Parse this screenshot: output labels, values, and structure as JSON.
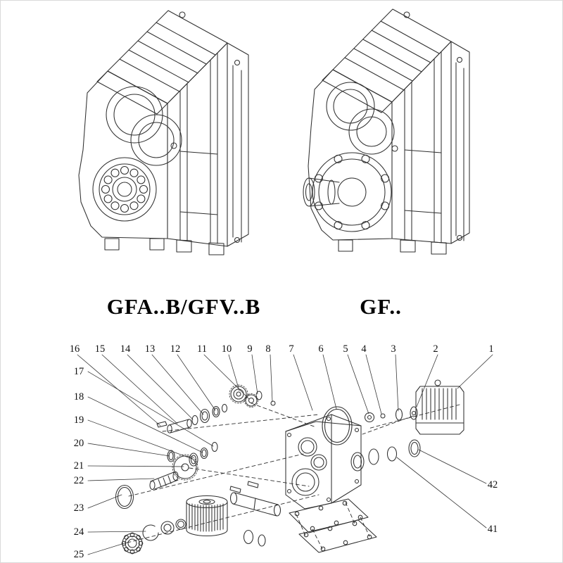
{
  "page": {
    "background": "#ffffff",
    "line_color": "#2f2f2f"
  },
  "models": {
    "left_label": "GFA..B/GFV..B",
    "right_label": "GF.."
  },
  "exploded_view": {
    "top_labels": [
      "16",
      "15",
      "14",
      "13",
      "12",
      "11",
      "10",
      "9",
      "8",
      "7",
      "6",
      "5",
      "4",
      "3",
      "2",
      "1"
    ],
    "left_labels": [
      "17",
      "18",
      "19",
      "20",
      "21",
      "22",
      "23",
      "24",
      "25"
    ],
    "right_labels": [
      "42",
      "41"
    ]
  }
}
